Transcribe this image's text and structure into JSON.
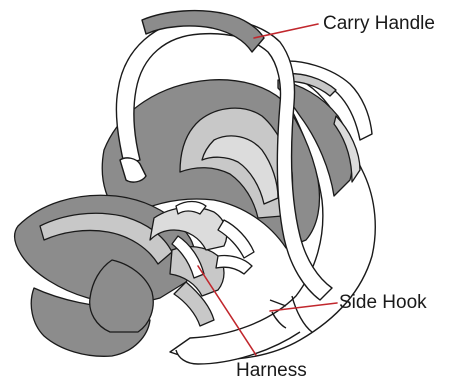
{
  "callouts": {
    "carry_handle": "Carry Handle",
    "side_hook": "Side Hook",
    "harness": "Harness"
  },
  "colors": {
    "leader_line": "#c1272d",
    "outline": "#1a1a1a",
    "fabric_dark": "#8c8c8c",
    "fabric_light": "#c8c8c8",
    "fabric_lighter": "#dcdcdc",
    "plastic": "#ffffff"
  }
}
